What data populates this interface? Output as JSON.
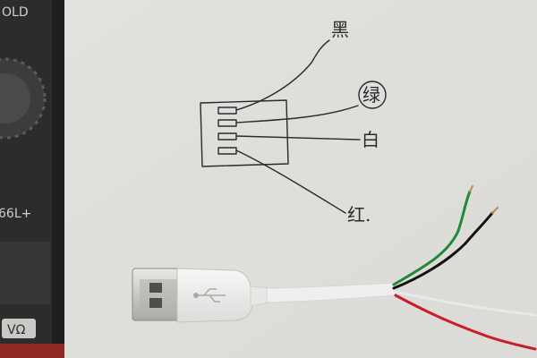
{
  "photo": {
    "subject": "usb-cable-wiring-sketch",
    "labels": {
      "black": "黑",
      "green": "绿",
      "white": "白",
      "red": "红."
    },
    "multimeter": {
      "top_text": "OLD",
      "model_text": "66L+",
      "mode_text": "VΩ"
    },
    "colors": {
      "paper": "#e8e6e2",
      "wire_green": "#1f8a3a",
      "wire_black": "#121212",
      "wire_white": "#e9e9e9",
      "wire_red": "#c81e2b",
      "cable": "#efefef",
      "meter_body": "#2b2c2c"
    }
  }
}
